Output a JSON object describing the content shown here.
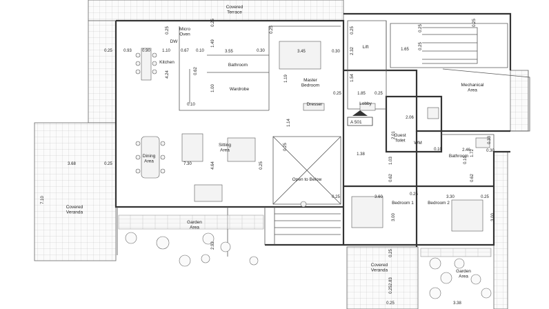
{
  "plan": {
    "rooms": {
      "covered_terrace": "Covered\nTerrace",
      "kitchen": "Kitchen",
      "bathroom_top": "Bathroom",
      "wardrobe": "Wardrobe",
      "master_bedroom": "Master\nBedroom",
      "dresser": "Dresser",
      "lift": "Lift",
      "lobby": "Lobby",
      "mechanical_area": "Mechanical\nArea",
      "guest_toilet": "Guest\nToilet",
      "wm": "WM",
      "bathroom_right": "Bathroom",
      "dining_area": "Dining\nArea",
      "sitting_area": "Sitting\nArea",
      "open_to_below": "Open to Below",
      "covered_veranda_left": "Covered\nVeranda",
      "garden_area_center": "Garden\nArea",
      "bedroom_1": "Bedroom 1",
      "bedroom_2": "Bedroom 2",
      "covered_veranda_bottom": "Covered\nVeranda",
      "garden_area_right": "Garden\nArea",
      "dw": "DW",
      "micro_oven": "Micro\nOven"
    },
    "section_marker": "A 501",
    "dimensions": [
      "0.25",
      "0.93",
      "0.90",
      "1.10",
      "0.67",
      "0.10",
      "3.55",
      "0.30",
      "3.45",
      "0.30",
      "0.25",
      "0.25",
      "0.25",
      "2.32",
      "1.65",
      "4.24",
      "0.62",
      "1.49",
      "1.00",
      "0.25",
      "1.54",
      "1.85",
      "0.25",
      "0.10",
      "0.25",
      "1.14",
      "2.06",
      "2.01",
      "0.33",
      "2.46",
      "0.10",
      "0.30",
      "3.68",
      "0.25",
      "7.30",
      "4.64",
      "0.25",
      "0.10",
      "1.72",
      "0.25",
      "1.38",
      "1.03",
      "0.25",
      "0.62",
      "0.62",
      "3.60",
      "3.30",
      "0.25",
      "7.10",
      "0.25",
      "3.00",
      "3.00",
      "2.92",
      "0.25",
      "0.25",
      "0.25",
      "0.25",
      "2.83",
      "3.38",
      "0.25",
      "1.19",
      "0.25"
    ]
  }
}
